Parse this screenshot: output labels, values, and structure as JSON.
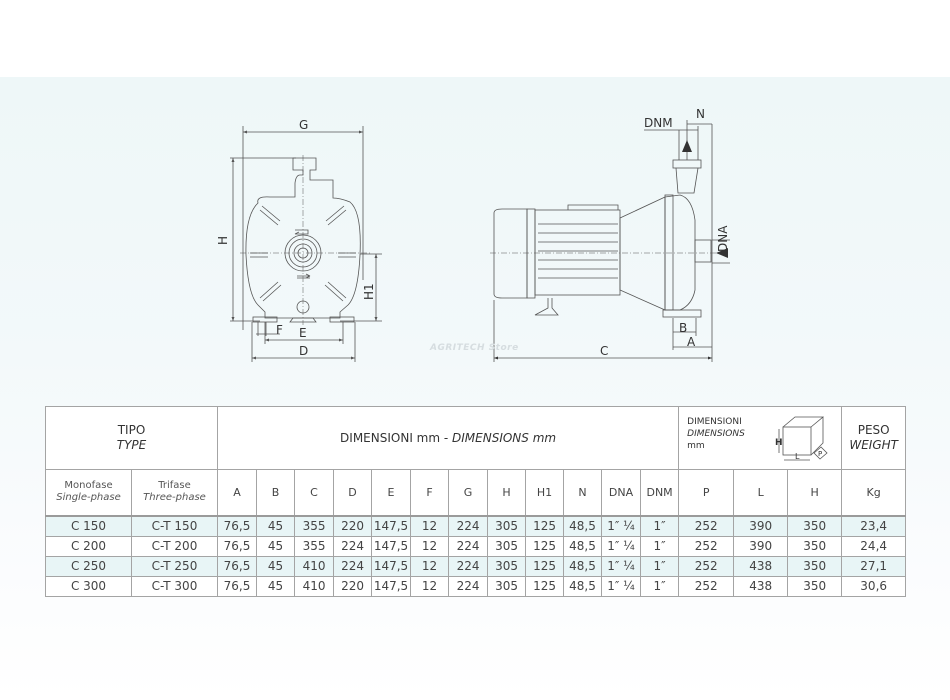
{
  "drawings": {
    "front_view": {
      "labels": {
        "G": "G",
        "H": "H",
        "H1": "H1",
        "F": "F",
        "E": "E",
        "D": "D"
      }
    },
    "side_view": {
      "labels": {
        "DNM": "DNM",
        "N": "N",
        "DNA": "DNA",
        "B": "B",
        "A": "A",
        "C": "C"
      }
    },
    "watermark": "AGRITECH Store"
  },
  "table": {
    "header": {
      "tipo_it": "TIPO",
      "tipo_en": "TYPE",
      "dim_it": "DIMENSIONI mm - ",
      "dim_en": "DIMENSIONS mm",
      "pack_it": "DIMENSIONI",
      "pack_en": "DIMENSIONS",
      "pack_unit": "mm",
      "pack_icon_labels": {
        "H": "H",
        "L": "L",
        "P": "P"
      },
      "peso_it": "PESO",
      "peso_en": "WEIGHT",
      "mono_it": "Monofase",
      "mono_en": "Single-phase",
      "tri_it": "Trifase",
      "tri_en": "Three-phase",
      "columns": [
        "A",
        "B",
        "C",
        "D",
        "E",
        "F",
        "G",
        "H",
        "H1",
        "N",
        "DNA",
        "DNM",
        "P",
        "L",
        "H",
        "Kg"
      ]
    },
    "rows": [
      {
        "mono": "C 150",
        "tri": "C-T 150",
        "values": [
          "76,5",
          "45",
          "355",
          "220",
          "147,5",
          "12",
          "224",
          "305",
          "125",
          "48,5",
          "1″ ¼",
          "1″",
          "252",
          "390",
          "350",
          "23,4"
        ]
      },
      {
        "mono": "C 200",
        "tri": "C-T 200",
        "values": [
          "76,5",
          "45",
          "355",
          "224",
          "147,5",
          "12",
          "224",
          "305",
          "125",
          "48,5",
          "1″ ¼",
          "1″",
          "252",
          "390",
          "350",
          "24,4"
        ]
      },
      {
        "mono": "C 250",
        "tri": "C-T 250",
        "values": [
          "76,5",
          "45",
          "410",
          "224",
          "147,5",
          "12",
          "224",
          "305",
          "125",
          "48,5",
          "1″ ¼",
          "1″",
          "252",
          "438",
          "350",
          "27,1"
        ]
      },
      {
        "mono": "C 300",
        "tri": "C-T 300",
        "values": [
          "76,5",
          "45",
          "410",
          "220",
          "147,5",
          "12",
          "224",
          "305",
          "125",
          "48,5",
          "1″ ¼",
          "1″",
          "252",
          "438",
          "350",
          "30,6"
        ]
      }
    ],
    "colors": {
      "alt_row": "#e8f5f6",
      "border": "#a4a4a4",
      "band": "#eef7f8"
    }
  }
}
